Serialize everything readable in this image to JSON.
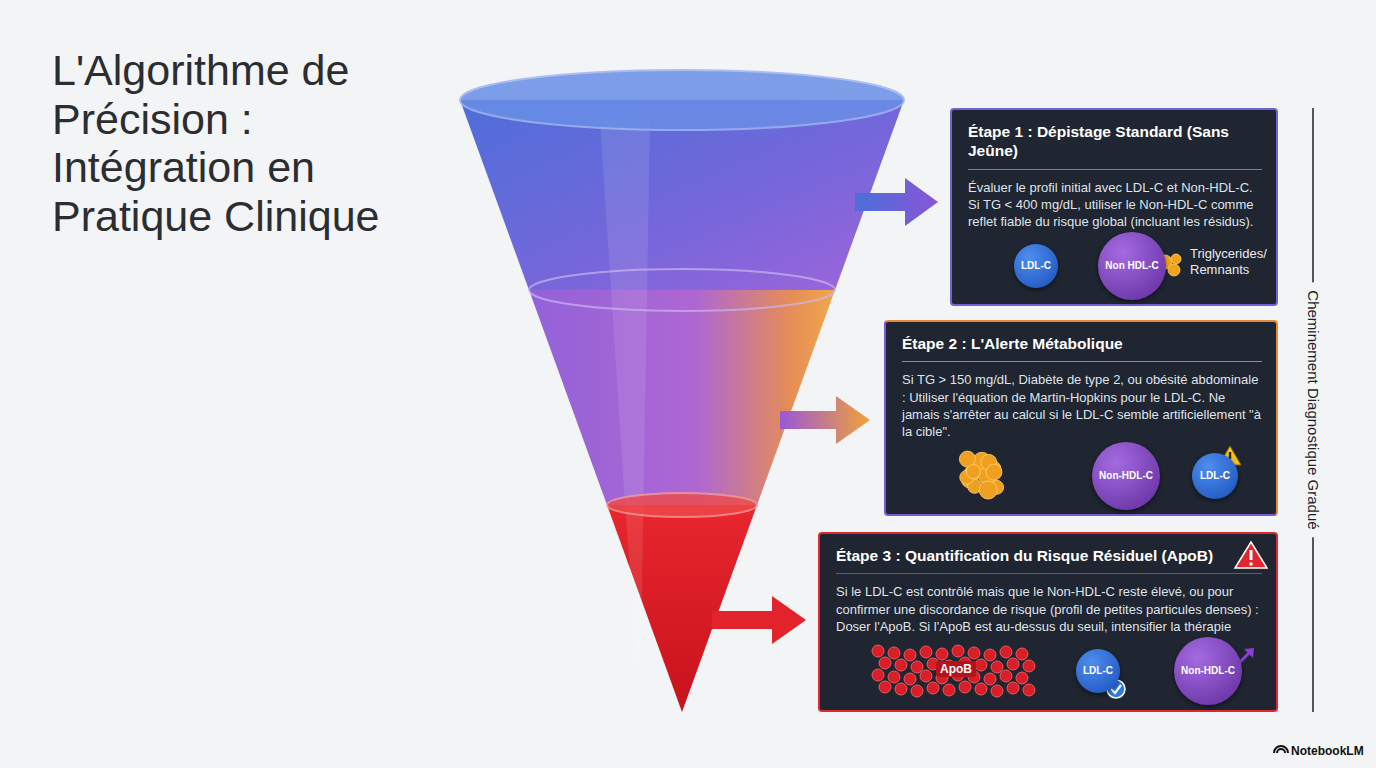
{
  "diagram": {
    "title": "L'Algorithme de Précision : Intégration en Pratique Clinique",
    "nodes": [
      {
        "text": [
          "Étape 1 : Dépistage Standard (Sans Jeûne)",
          "Évaluer le profil initial avec LDL-C et Non-HDL-C. Si TG < 400 mg/dL, utiliser le Non-HDL-C comme reflet fiable du risque global (incluant les résidus)."
        ]
      },
      {
        "text": [
          "LDL-C"
        ],
        "in": 0
      },
      {
        "text": [
          "Non HDL-C"
        ],
        "in": 0
      },
      {
        "text": [
          "Étape 2 : L'Alerte Métabolique",
          "Si TG > 150 mg/dL, Diabète de type 2, ou obésité abdominale : Utiliser l'équation de Martin-Hopkins pour le LDL-C. Ne jamais s'arrêter au calcul si le LDL-C semble artificiellement \"à la cible\"."
        ]
      },
      {
        "text": [
          "Non-HDL-C"
        ],
        "in": 3
      },
      {
        "text": [
          "LDL-C"
        ],
        "in": 3
      },
      {
        "text": [
          "Étape 3 : Quantification du Risque Résiduel (ApoB)",
          "Si le LDL-C est contrôlé mais que le Non-HDL-C reste élevé, ou pour confirmer une discordance de risque (profil de petites particules denses) : Doser l'ApoB. Si l'ApoB est au-dessus du seuil, intensifier la thérapie"
        ]
      },
      {
        "text": [
          "LDL-C"
        ],
        "in": 6
      },
      {
        "text": [
          "Non-HDL-C"
        ],
        "in": 6
      }
    ],
    "labels": [
      "Triglycerides/ Remnants",
      "ApoB",
      "Cheminement Diagnostique Gradué",
      "NotebookLM"
    ]
  }
}
